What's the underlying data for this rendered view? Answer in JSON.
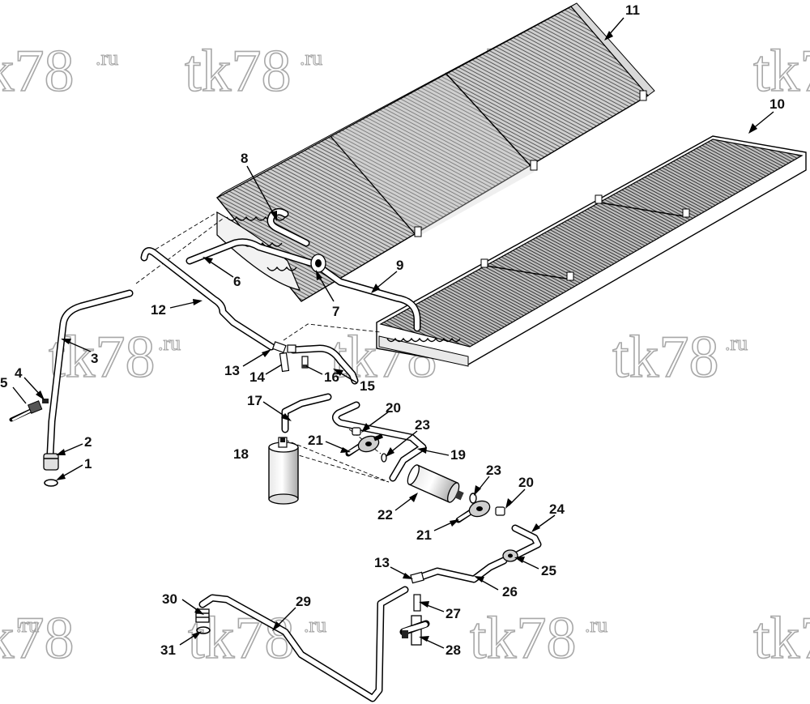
{
  "watermark": {
    "text": "tk78",
    "sup": ".ru"
  },
  "callouts": [
    {
      "id": "c11",
      "label": "11"
    },
    {
      "id": "c10",
      "label": "10"
    },
    {
      "id": "c8",
      "label": "8"
    },
    {
      "id": "c6",
      "label": "6"
    },
    {
      "id": "c7",
      "label": "7"
    },
    {
      "id": "c9",
      "label": "9"
    },
    {
      "id": "c12",
      "label": "12"
    },
    {
      "id": "c3",
      "label": "3"
    },
    {
      "id": "c5",
      "label": "5"
    },
    {
      "id": "c4",
      "label": "4"
    },
    {
      "id": "c2",
      "label": "2"
    },
    {
      "id": "c1",
      "label": "1"
    },
    {
      "id": "c13a",
      "label": "13"
    },
    {
      "id": "c14",
      "label": "14"
    },
    {
      "id": "c16",
      "label": "16"
    },
    {
      "id": "c15",
      "label": "15"
    },
    {
      "id": "c17",
      "label": "17"
    },
    {
      "id": "c20a",
      "label": "20"
    },
    {
      "id": "c21a",
      "label": "21"
    },
    {
      "id": "c23a",
      "label": "23"
    },
    {
      "id": "c19",
      "label": "19"
    },
    {
      "id": "c18",
      "label": "18"
    },
    {
      "id": "c23b",
      "label": "23"
    },
    {
      "id": "c20b",
      "label": "20"
    },
    {
      "id": "c22",
      "label": "22"
    },
    {
      "id": "c21b",
      "label": "21"
    },
    {
      "id": "c24",
      "label": "24"
    },
    {
      "id": "c13b",
      "label": "13"
    },
    {
      "id": "c25",
      "label": "25"
    },
    {
      "id": "c26",
      "label": "26"
    },
    {
      "id": "c30",
      "label": "30"
    },
    {
      "id": "c29",
      "label": "29"
    },
    {
      "id": "c27",
      "label": "27"
    },
    {
      "id": "c31",
      "label": "31"
    },
    {
      "id": "c28",
      "label": "28"
    }
  ]
}
